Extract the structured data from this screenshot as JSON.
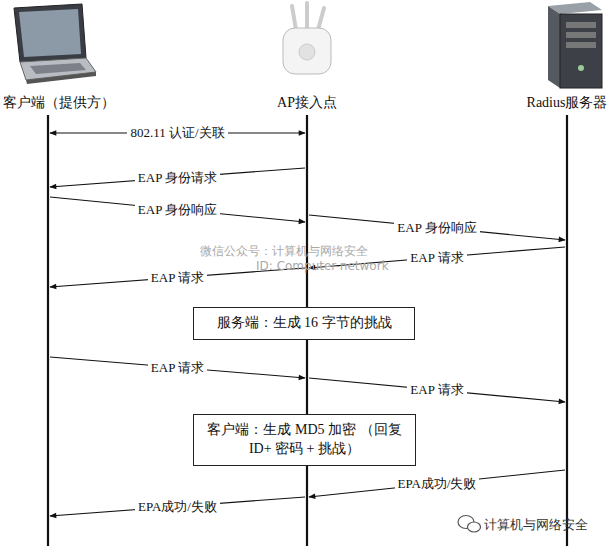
{
  "diagram": {
    "nodes": [
      {
        "text": [
          "客户端（提供方）"
        ]
      },
      {
        "text": [
          "AP接入点"
        ]
      },
      {
        "text": [
          "Radius服务器"
        ]
      },
      {
        "text": [
          "服务端：生成 16 字节的挑战"
        ]
      },
      {
        "text": [
          "客户端：生成 MD5 加密 （回复 ID+ 密码 + 挑战）"
        ]
      }
    ],
    "edges": [
      {
        "from": 0,
        "to": 1,
        "label": "802.11 认证/关联",
        "arrow": "both"
      },
      {
        "from": 1,
        "to": 0,
        "label": "EAP 身份请求",
        "arrow": "to"
      },
      {
        "from": 0,
        "to": 1,
        "label": "EAP 身份响应",
        "arrow": "to"
      },
      {
        "from": 1,
        "to": 2,
        "label": "EAP 身份响应",
        "arrow": "to"
      },
      {
        "from": 2,
        "to": 1,
        "label": "EAP 请求",
        "arrow": "to"
      },
      {
        "from": 1,
        "to": 0,
        "label": "EAP 请求",
        "arrow": "to"
      },
      {
        "from": 0,
        "to": 1,
        "label": "EAP 请求",
        "arrow": "to"
      },
      {
        "from": 1,
        "to": 2,
        "label": "EAP 请求",
        "arrow": "to"
      },
      {
        "from": 2,
        "to": 1,
        "label": "EPA成功/失败",
        "arrow": "to"
      },
      {
        "from": 1,
        "to": 0,
        "label": "EPA成功/失败",
        "arrow": "to"
      }
    ],
    "labels": [
      "微信公众号：计算机与网络安全",
      "ID: Computer-network",
      "计算机与网络安全"
    ]
  }
}
